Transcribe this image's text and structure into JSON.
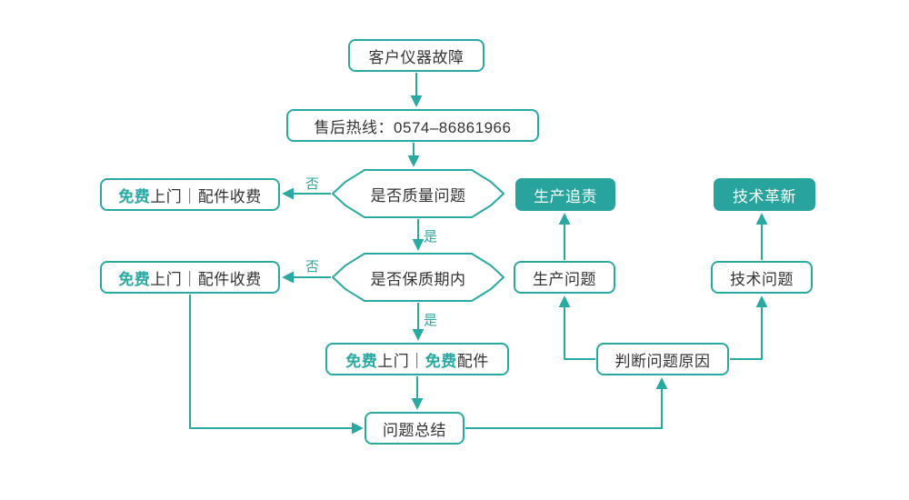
{
  "colors": {
    "accent": "#2aa9a3",
    "node_fill": "#28a39d",
    "text": "#333333",
    "canvas": "#ffffff"
  },
  "nodes": {
    "start": {
      "label": "客户仪器故障"
    },
    "hotline": {
      "label": "售后热线：0574–86861966"
    },
    "decision_quality": {
      "label": "是否质量问题"
    },
    "decision_warranty": {
      "label": "是否保质期内"
    },
    "free_visit_paid_parts_top": {
      "accent": "免费",
      "rest": "上门｜配件收费"
    },
    "free_visit_paid_parts_bottom": {
      "accent": "免费",
      "rest": "上门｜配件收费"
    },
    "free_visit_free_parts": {
      "accent1": "免费",
      "mid": "上门｜",
      "accent2": "免费",
      "rest": "配件"
    },
    "summary": {
      "label": "问题总结"
    },
    "judge_cause": {
      "label": "判断问题原因"
    },
    "production_issue": {
      "label": "生产问题"
    },
    "technical_issue": {
      "label": "技术问题"
    },
    "production_accountability": {
      "label": "生产追责"
    },
    "technical_innovation": {
      "label": "技术革新"
    }
  },
  "edge_labels": {
    "no": "否",
    "yes": "是"
  }
}
